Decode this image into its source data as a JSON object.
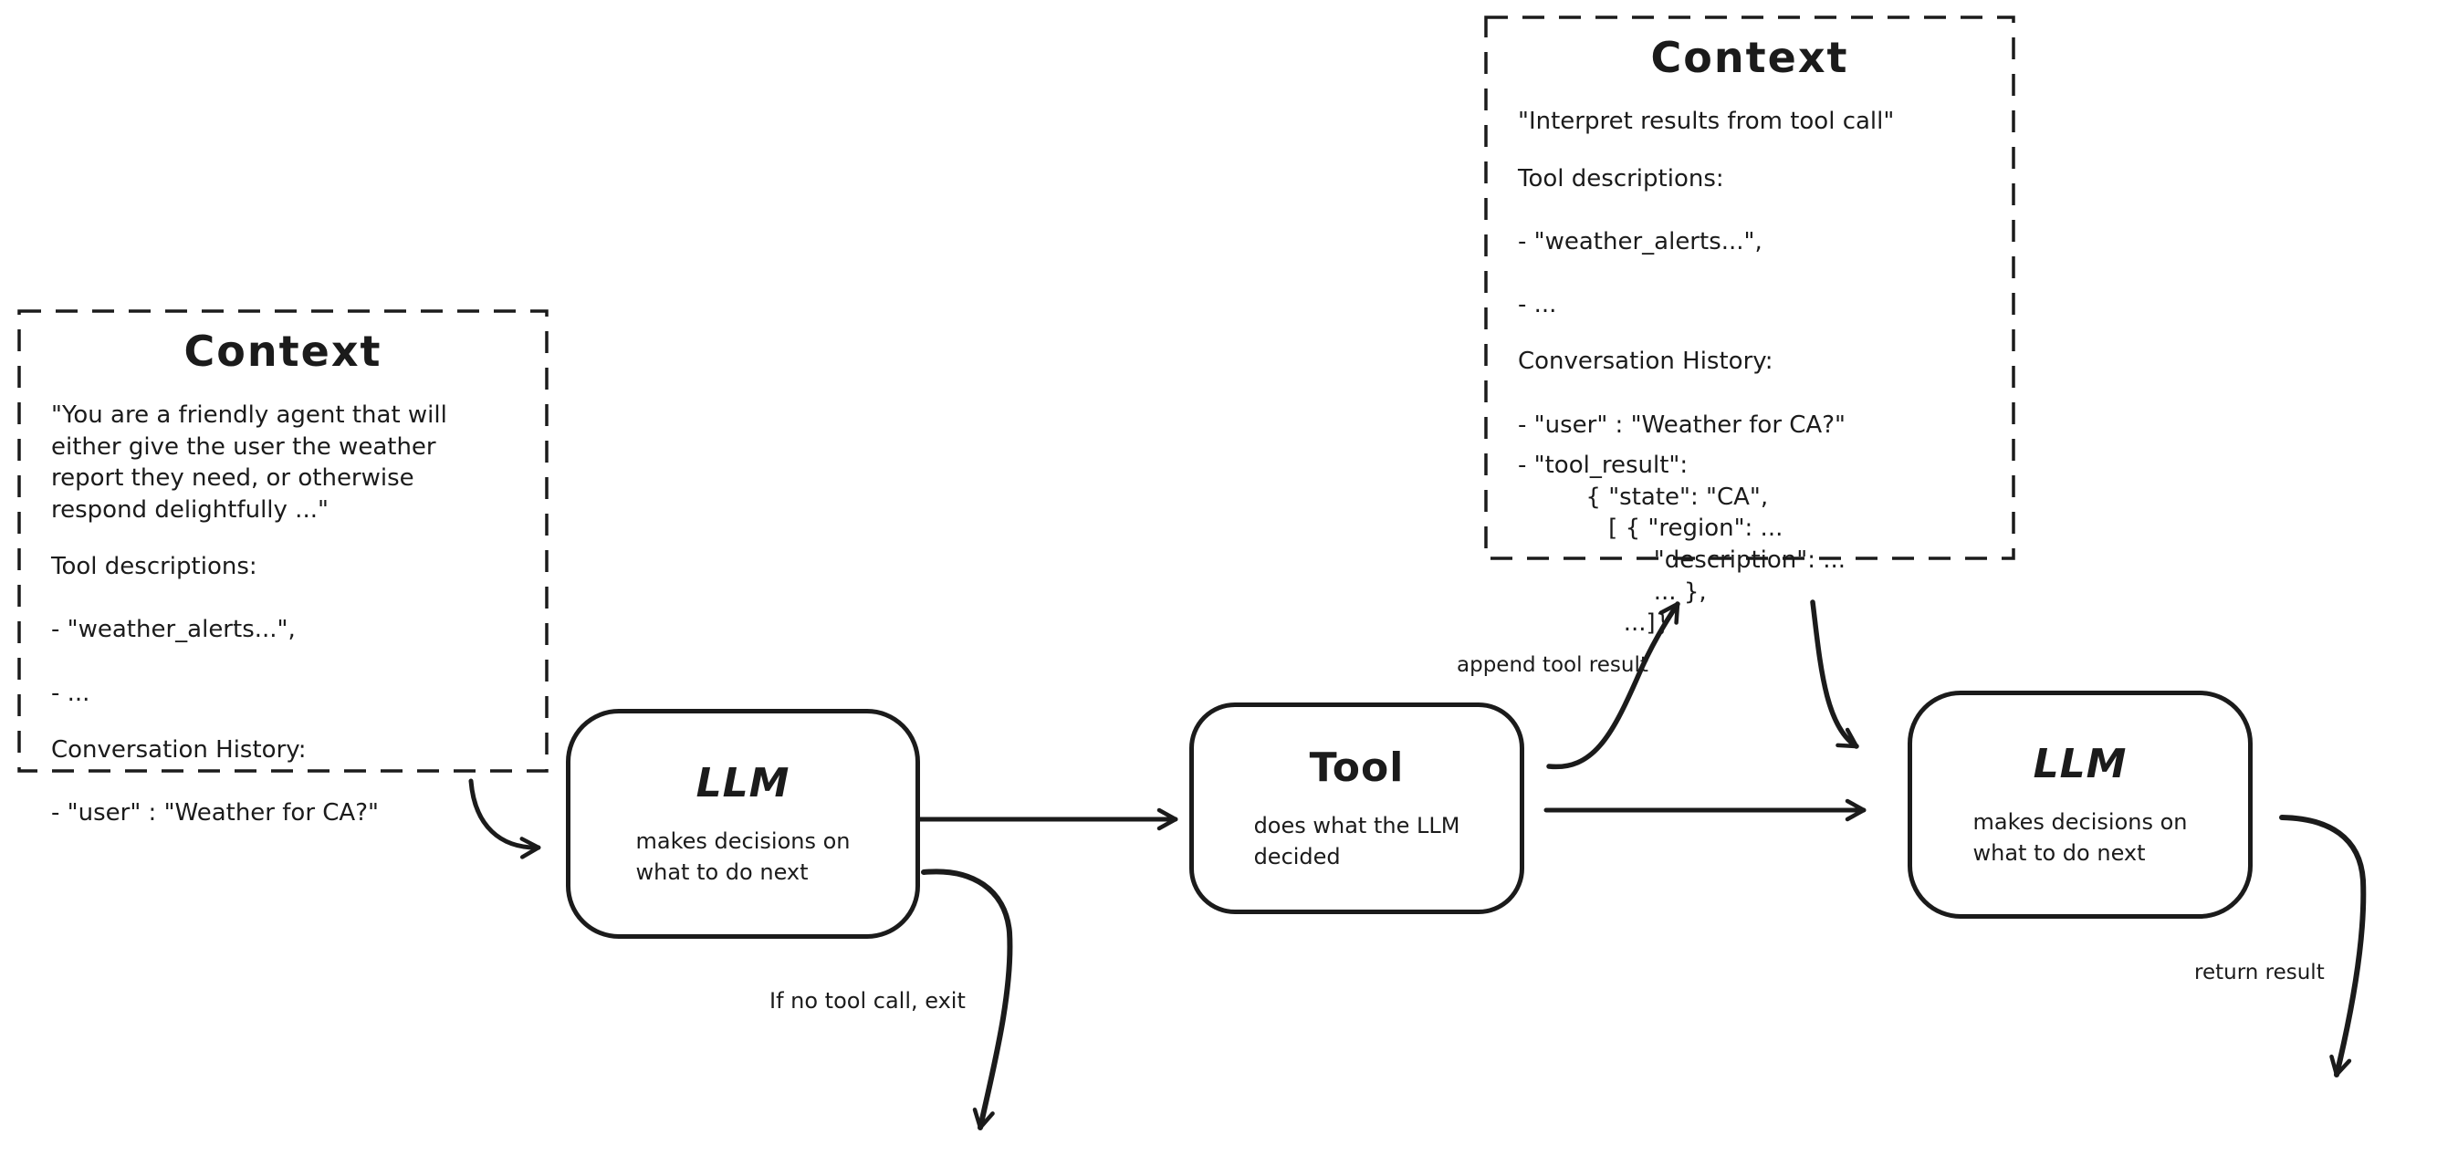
{
  "diagram": {
    "colors": {
      "ink": "#1b1b1b",
      "background": "#ffffff"
    },
    "context_left": {
      "title": "Context",
      "system_prompt": "\"You are a friendly agent that will\neither give the user the weather\nreport they need, or otherwise\nrespond delightfully ...\"",
      "tool_descriptions_heading": "Tool descriptions:",
      "tool_descriptions_items": [
        "- \"weather_alerts...\",",
        "- ..."
      ],
      "history_heading": "Conversation History:",
      "history_items": [
        "- \"user\" : \"Weather for CA?\""
      ]
    },
    "context_top": {
      "title": "Context",
      "system_prompt": "\"Interpret results from tool call\"",
      "tool_descriptions_heading": "Tool descriptions:",
      "tool_descriptions_items": [
        "- \"weather_alerts...\",",
        "- ..."
      ],
      "history_heading": "Conversation History:",
      "history_items": [
        "- \"user\" : \"Weather for CA?\""
      ],
      "tool_result_block": "- \"tool_result\":\n         { \"state\": \"CA\",\n            [ { \"region\": ...\n                  \"description\": ...\n                  ... },\n              ...]}"
    },
    "llm_first": {
      "title": "LLM",
      "subtitle": "makes decisions on\nwhat to do next"
    },
    "tool": {
      "title": "Tool",
      "subtitle": "does what the LLM\ndecided"
    },
    "llm_second": {
      "title": "LLM",
      "subtitle": "makes decisions on\nwhat to do next"
    },
    "labels": {
      "append_tool_result": "append tool result",
      "if_no_tool_call_exit": "If no tool call, exit",
      "return_result": "return result"
    }
  }
}
